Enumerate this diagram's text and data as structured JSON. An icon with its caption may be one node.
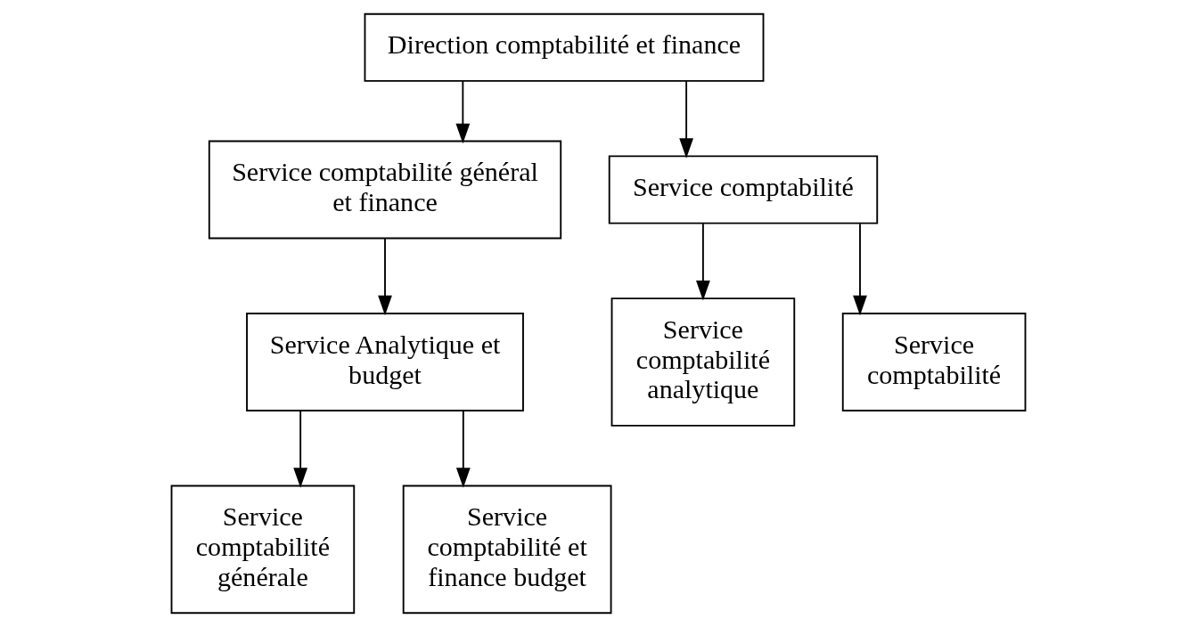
{
  "diagram": {
    "nodes": [
      {
        "text": [
          "Direction comptabilité et finance"
        ]
      },
      {
        "text": [
          "Service comptabilité général et finance"
        ]
      },
      {
        "text": [
          "Service comptabilité"
        ]
      },
      {
        "text": [
          "Service Analytique et budget"
        ]
      },
      {
        "text": [
          "Service comptabilité générale"
        ]
      },
      {
        "text": [
          "Service comptabilité et finance budget"
        ]
      },
      {
        "text": [
          "Service comptabilité analytique"
        ]
      },
      {
        "text": [
          "Service comptabilité"
        ]
      }
    ],
    "edges": [
      {
        "from": 0,
        "to": 1,
        "arrow": "to"
      },
      {
        "from": 0,
        "to": 2,
        "arrow": "to"
      },
      {
        "from": 1,
        "to": 3,
        "arrow": "to"
      },
      {
        "from": 3,
        "to": 4,
        "arrow": "to"
      },
      {
        "from": 3,
        "to": 5,
        "arrow": "to"
      },
      {
        "from": 2,
        "to": 6,
        "arrow": "to"
      },
      {
        "from": 2,
        "to": 7,
        "arrow": "to"
      }
    ]
  }
}
